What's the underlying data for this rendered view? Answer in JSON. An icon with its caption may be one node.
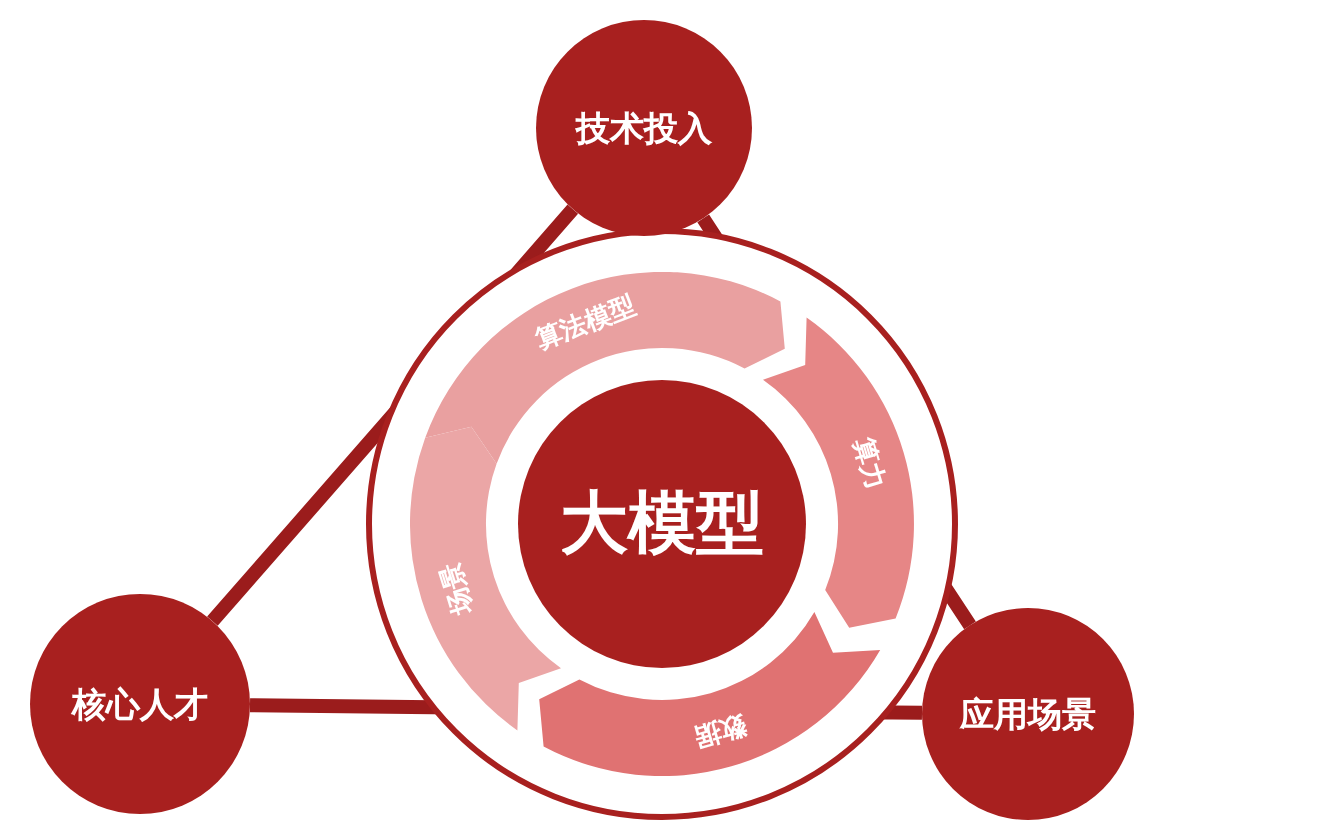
{
  "diagram": {
    "nodes": [
      {
        "text": [
          "技术投入"
        ]
      },
      {
        "text": [],
        "shape": "circle"
      },
      {
        "text": [
          "算法模型"
        ],
        "in": 1
      },
      {
        "text": [
          "算力"
        ],
        "in": 1
      },
      {
        "text": [
          "数据"
        ],
        "in": 1
      },
      {
        "text": [
          "场景"
        ],
        "in": 1
      },
      {
        "text": [
          "大模型"
        ],
        "in": 1
      },
      {
        "text": [
          "核心人才"
        ]
      },
      {
        "text": [
          "应用场景"
        ]
      }
    ],
    "edges": [
      {
        "from": 0,
        "to": 7,
        "arrow": "none"
      },
      {
        "from": 7,
        "to": 8,
        "arrow": "none"
      },
      {
        "from": 8,
        "to": 0,
        "arrow": "none"
      }
    ]
  }
}
